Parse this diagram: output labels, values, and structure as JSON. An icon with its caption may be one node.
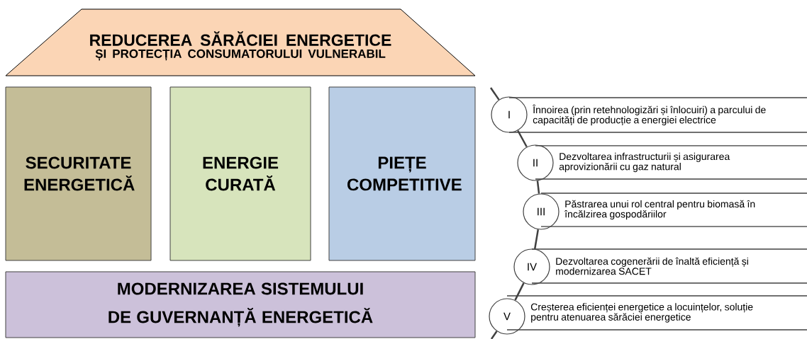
{
  "diagram": {
    "nodes": [
      {
        "text": [
          "REDUCEREA SĂRĂCIEI ENERGETICE",
          "ȘI PROTECȚIA CONSUMATORULUI VULNERABIL"
        ]
      },
      {
        "text": [
          "SECURITATE ENERGETICĂ"
        ]
      },
      {
        "text": [
          "ENERGIE CURATĂ"
        ]
      },
      {
        "text": [
          "PIEȚE COMPETITIVE"
        ]
      },
      {
        "text": [
          "MODERNIZAREA SISTEMULUI DE GUVERNANȚĂ ENERGETICĂ"
        ]
      },
      {
        "text": [
          "I"
        ]
      },
      {
        "text": [
          "Înnoirea (prin retehnologizări și înlocuiri) a parcului de capacități de producție a energiei electrice"
        ]
      },
      {
        "text": [
          "II"
        ]
      },
      {
        "text": [
          "Dezvoltarea infrastructurii și asigurarea aprovizionării cu gaz natural"
        ]
      },
      {
        "text": [
          "III"
        ]
      },
      {
        "text": [
          "Păstrarea unui rol central pentru biomasă în încălzirea gospodăriilor"
        ]
      },
      {
        "text": [
          "IV"
        ]
      },
      {
        "text": [
          "Dezvoltarea cogenerării de înaltă eficiență și modernizarea SACET"
        ]
      },
      {
        "text": [
          "V"
        ]
      },
      {
        "text": [
          "Creșterea eficienței energetice a locuințelor, soluție pentru atenuarea sărăciei energetice"
        ]
      }
    ],
    "edges": [
      {
        "from": null,
        "to": 5,
        "arrow": "none"
      },
      {
        "from": 5,
        "to": 7,
        "arrow": "none"
      },
      {
        "from": 7,
        "to": 9,
        "arrow": "none"
      },
      {
        "from": 9,
        "to": 11,
        "arrow": "none"
      },
      {
        "from": 11,
        "to": 13,
        "arrow": "none"
      },
      {
        "from": 13,
        "to": null,
        "arrow": "none"
      }
    ]
  }
}
